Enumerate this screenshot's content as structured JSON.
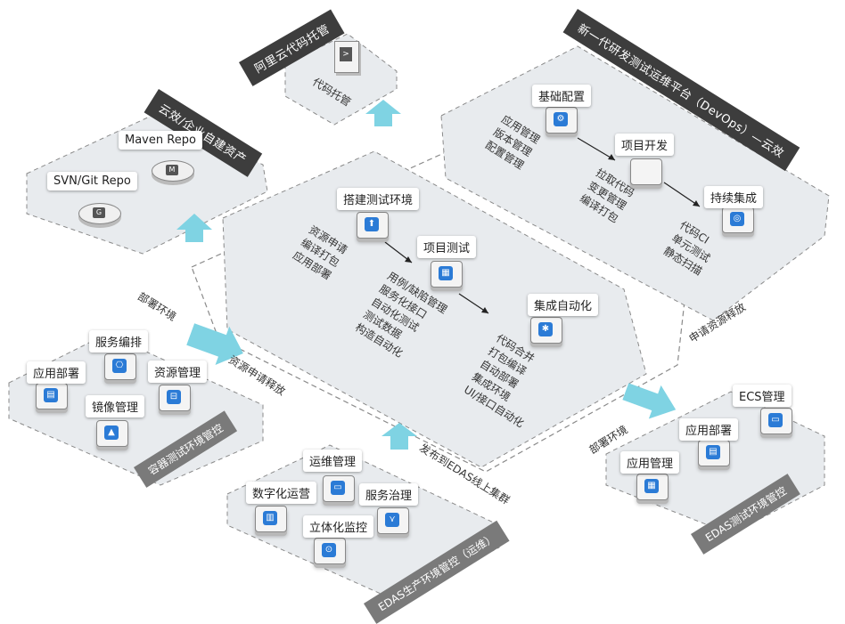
{
  "aliyun_repo": {
    "title": "阿里云代码托管",
    "item": "代码托管"
  },
  "self_assets": {
    "title": "云效/企业自建资产",
    "maven": "Maven Repo",
    "svn": "SVN/Git Repo"
  },
  "devops": {
    "title": "新一代研发测试运维平台（DevOps）—云效",
    "basic_config": {
      "label": "基础配置",
      "lines": [
        "应用管理",
        "版本管理",
        "配置管理"
      ]
    },
    "project_dev": {
      "label": "项目开发",
      "lines": [
        "拉取代码",
        "变更管理",
        "编译打包"
      ]
    },
    "ci": {
      "label": "持续集成",
      "lines": [
        "代码CI",
        "单元测试",
        "静态扫描"
      ]
    }
  },
  "testing": {
    "build_env": {
      "label": "搭建测试环境",
      "lines": [
        "资源申请",
        "编译打包",
        "应用部署"
      ]
    },
    "project_test": {
      "label": "项目测试",
      "lines": [
        "用例/缺陷管理",
        "服务化接口",
        "自动化测试",
        "测试数据",
        "构造自动化"
      ]
    },
    "integration": {
      "label": "集成自动化",
      "lines": [
        "代码合并",
        "打包编译",
        "自动部署",
        "集成环境",
        "UI/接口自动化"
      ]
    }
  },
  "container": {
    "title": "容器测试环境管控",
    "items": {
      "orchestration": "服务编排",
      "deploy": "应用部署",
      "resource": "资源管理",
      "image": "镜像管理"
    },
    "arrow_top": "部署环境",
    "arrow_bottom": "资源申请释放"
  },
  "production": {
    "title": "EDAS生产环境管控（运维）",
    "items": {
      "ops": "运维管理",
      "digital": "数字化运营",
      "governance": "服务治理",
      "monitor": "立体化监控"
    },
    "arrow": "发布到EDAS线上集群"
  },
  "edas_test": {
    "title": "EDAS测试环境管控",
    "items": {
      "ecs": "ECS管理",
      "deploy": "应用部署",
      "app": "应用管理"
    },
    "arrow_top": "申请资源释放",
    "arrow_bottom": "部署环境"
  },
  "colors": {
    "accent": "#2b7bd6",
    "arrow": "#7fd3e3",
    "panel": "#e8ebee",
    "dark_ribbon": "#3d3d3d"
  }
}
